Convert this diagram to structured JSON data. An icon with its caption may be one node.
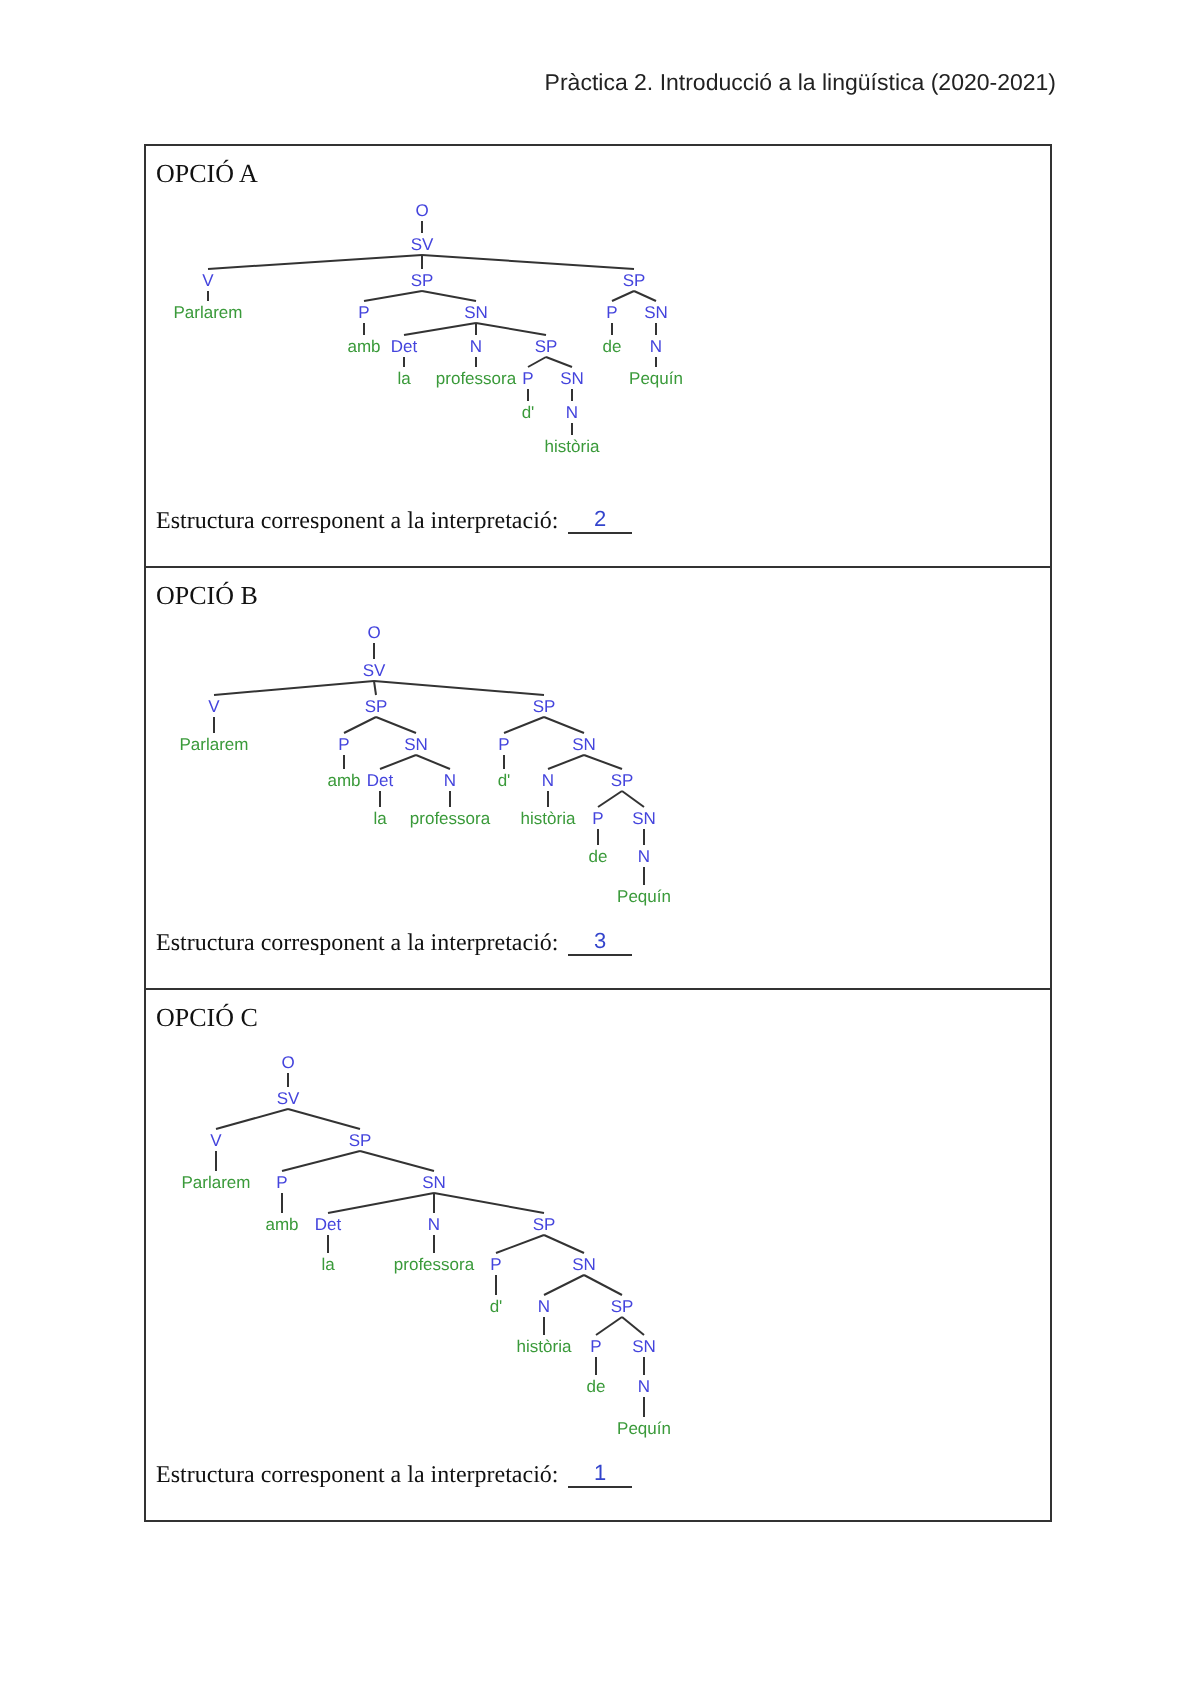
{
  "diagram": {
    "title": "Pràctica 2. Introducció a la lingüística (2020-2021)",
    "nodes": [
      {
        "text": [
          "OPCIÓ A",
          "Estructura corresponent a la interpretació:",
          "2"
        ]
      },
      {
        "text": [
          "O"
        ],
        "in": 0
      },
      {
        "text": [
          "SV"
        ],
        "in": 0
      },
      {
        "text": [
          "V"
        ],
        "in": 0
      },
      {
        "text": [
          "SP"
        ],
        "in": 0
      },
      {
        "text": [
          "SP"
        ],
        "in": 0
      },
      {
        "text": [
          "Parlarem"
        ],
        "in": 0
      },
      {
        "text": [
          "P"
        ],
        "in": 0
      },
      {
        "text": [
          "SN"
        ],
        "in": 0
      },
      {
        "text": [
          "P"
        ],
        "in": 0
      },
      {
        "text": [
          "SN"
        ],
        "in": 0
      },
      {
        "text": [
          "amb"
        ],
        "in": 0
      },
      {
        "text": [
          "Det"
        ],
        "in": 0
      },
      {
        "text": [
          "N"
        ],
        "in": 0
      },
      {
        "text": [
          "SP"
        ],
        "in": 0
      },
      {
        "text": [
          "de"
        ],
        "in": 0
      },
      {
        "text": [
          "N"
        ],
        "in": 0
      },
      {
        "text": [
          "la"
        ],
        "in": 0
      },
      {
        "text": [
          "professora"
        ],
        "in": 0
      },
      {
        "text": [
          "P"
        ],
        "in": 0
      },
      {
        "text": [
          "SN"
        ],
        "in": 0
      },
      {
        "text": [
          "Pequín"
        ],
        "in": 0
      },
      {
        "text": [
          "d'"
        ],
        "in": 0
      },
      {
        "text": [
          "N"
        ],
        "in": 0
      },
      {
        "text": [
          "història"
        ],
        "in": 0
      },
      {
        "text": [
          "OPCIÓ B",
          "Estructura corresponent a la interpretació:",
          "3"
        ]
      },
      {
        "text": [
          "O"
        ],
        "in": 25
      },
      {
        "text": [
          "SV"
        ],
        "in": 25
      },
      {
        "text": [
          "V"
        ],
        "in": 25
      },
      {
        "text": [
          "SP"
        ],
        "in": 25
      },
      {
        "text": [
          "SP"
        ],
        "in": 25
      },
      {
        "text": [
          "Parlarem"
        ],
        "in": 25
      },
      {
        "text": [
          "P"
        ],
        "in": 25
      },
      {
        "text": [
          "SN"
        ],
        "in": 25
      },
      {
        "text": [
          "P"
        ],
        "in": 25
      },
      {
        "text": [
          "SN"
        ],
        "in": 25
      },
      {
        "text": [
          "amb"
        ],
        "in": 25
      },
      {
        "text": [
          "Det"
        ],
        "in": 25
      },
      {
        "text": [
          "N"
        ],
        "in": 25
      },
      {
        "text": [
          "d'"
        ],
        "in": 25
      },
      {
        "text": [
          "N"
        ],
        "in": 25
      },
      {
        "text": [
          "SP"
        ],
        "in": 25
      },
      {
        "text": [
          "la"
        ],
        "in": 25
      },
      {
        "text": [
          "professora"
        ],
        "in": 25
      },
      {
        "text": [
          "història"
        ],
        "in": 25
      },
      {
        "text": [
          "P"
        ],
        "in": 25
      },
      {
        "text": [
          "SN"
        ],
        "in": 25
      },
      {
        "text": [
          "de"
        ],
        "in": 25
      },
      {
        "text": [
          "N"
        ],
        "in": 25
      },
      {
        "text": [
          "Pequín"
        ],
        "in": 25
      },
      {
        "text": [
          "OPCIÓ C",
          "Estructura corresponent a la interpretació:",
          "1"
        ]
      },
      {
        "text": [
          "O"
        ],
        "in": 50
      },
      {
        "text": [
          "SV"
        ],
        "in": 50
      },
      {
        "text": [
          "V"
        ],
        "in": 50
      },
      {
        "text": [
          "SP"
        ],
        "in": 50
      },
      {
        "text": [
          "Parlarem"
        ],
        "in": 50
      },
      {
        "text": [
          "P"
        ],
        "in": 50
      },
      {
        "text": [
          "SN"
        ],
        "in": 50
      },
      {
        "text": [
          "amb"
        ],
        "in": 50
      },
      {
        "text": [
          "Det"
        ],
        "in": 50
      },
      {
        "text": [
          "N"
        ],
        "in": 50
      },
      {
        "text": [
          "SP"
        ],
        "in": 50
      },
      {
        "text": [
          "la"
        ],
        "in": 50
      },
      {
        "text": [
          "professora"
        ],
        "in": 50
      },
      {
        "text": [
          "P"
        ],
        "in": 50
      },
      {
        "text": [
          "SN"
        ],
        "in": 50
      },
      {
        "text": [
          "d'"
        ],
        "in": 50
      },
      {
        "text": [
          "N"
        ],
        "in": 50
      },
      {
        "text": [
          "SP"
        ],
        "in": 50
      },
      {
        "text": [
          "història"
        ],
        "in": 50
      },
      {
        "text": [
          "P"
        ],
        "in": 50
      },
      {
        "text": [
          "SN"
        ],
        "in": 50
      },
      {
        "text": [
          "de"
        ],
        "in": 50
      },
      {
        "text": [
          "N"
        ],
        "in": 50
      },
      {
        "text": [
          "Pequín"
        ],
        "in": 50
      }
    ],
    "edges": [
      {
        "from": 1,
        "to": 2,
        "arrow": "none"
      },
      {
        "from": 2,
        "to": 3,
        "arrow": "none"
      },
      {
        "from": 2,
        "to": 4,
        "arrow": "none"
      },
      {
        "from": 2,
        "to": 5,
        "arrow": "none"
      },
      {
        "from": 3,
        "to": 6,
        "arrow": "none"
      },
      {
        "from": 4,
        "to": 7,
        "arrow": "none"
      },
      {
        "from": 4,
        "to": 8,
        "arrow": "none"
      },
      {
        "from": 5,
        "to": 9,
        "arrow": "none"
      },
      {
        "from": 5,
        "to": 10,
        "arrow": "none"
      },
      {
        "from": 7,
        "to": 11,
        "arrow": "none"
      },
      {
        "from": 8,
        "to": 12,
        "arrow": "none"
      },
      {
        "from": 8,
        "to": 13,
        "arrow": "none"
      },
      {
        "from": 8,
        "to": 14,
        "arrow": "none"
      },
      {
        "from": 9,
        "to": 15,
        "arrow": "none"
      },
      {
        "from": 10,
        "to": 16,
        "arrow": "none"
      },
      {
        "from": 12,
        "to": 17,
        "arrow": "none"
      },
      {
        "from": 13,
        "to": 18,
        "arrow": "none"
      },
      {
        "from": 14,
        "to": 19,
        "arrow": "none"
      },
      {
        "from": 14,
        "to": 20,
        "arrow": "none"
      },
      {
        "from": 16,
        "to": 21,
        "arrow": "none"
      },
      {
        "from": 19,
        "to": 22,
        "arrow": "none"
      },
      {
        "from": 20,
        "to": 23,
        "arrow": "none"
      },
      {
        "from": 23,
        "to": 24,
        "arrow": "none"
      },
      {
        "from": 26,
        "to": 27,
        "arrow": "none"
      },
      {
        "from": 27,
        "to": 28,
        "arrow": "none"
      },
      {
        "from": 27,
        "to": 29,
        "arrow": "none"
      },
      {
        "from": 27,
        "to": 30,
        "arrow": "none"
      },
      {
        "from": 28,
        "to": 31,
        "arrow": "none"
      },
      {
        "from": 29,
        "to": 32,
        "arrow": "none"
      },
      {
        "from": 29,
        "to": 33,
        "arrow": "none"
      },
      {
        "from": 30,
        "to": 34,
        "arrow": "none"
      },
      {
        "from": 30,
        "to": 35,
        "arrow": "none"
      },
      {
        "from": 32,
        "to": 36,
        "arrow": "none"
      },
      {
        "from": 33,
        "to": 37,
        "arrow": "none"
      },
      {
        "from": 33,
        "to": 38,
        "arrow": "none"
      },
      {
        "from": 34,
        "to": 39,
        "arrow": "none"
      },
      {
        "from": 35,
        "to": 40,
        "arrow": "none"
      },
      {
        "from": 35,
        "to": 41,
        "arrow": "none"
      },
      {
        "from": 37,
        "to": 42,
        "arrow": "none"
      },
      {
        "from": 38,
        "to": 43,
        "arrow": "none"
      },
      {
        "from": 40,
        "to": 44,
        "arrow": "none"
      },
      {
        "from": 41,
        "to": 45,
        "arrow": "none"
      },
      {
        "from": 41,
        "to": 46,
        "arrow": "none"
      },
      {
        "from": 45,
        "to": 47,
        "arrow": "none"
      },
      {
        "from": 46,
        "to": 48,
        "arrow": "none"
      },
      {
        "from": 48,
        "to": 49,
        "arrow": "none"
      },
      {
        "from": 51,
        "to": 52,
        "arrow": "none"
      },
      {
        "from": 52,
        "to": 53,
        "arrow": "none"
      },
      {
        "from": 52,
        "to": 54,
        "arrow": "none"
      },
      {
        "from": 53,
        "to": 55,
        "arrow": "none"
      },
      {
        "from": 54,
        "to": 56,
        "arrow": "none"
      },
      {
        "from": 54,
        "to": 57,
        "arrow": "none"
      },
      {
        "from": 56,
        "to": 58,
        "arrow": "none"
      },
      {
        "from": 57,
        "to": 59,
        "arrow": "none"
      },
      {
        "from": 57,
        "to": 60,
        "arrow": "none"
      },
      {
        "from": 57,
        "to": 61,
        "arrow": "none"
      },
      {
        "from": 59,
        "to": 62,
        "arrow": "none"
      },
      {
        "from": 60,
        "to": 63,
        "arrow": "none"
      },
      {
        "from": 61,
        "to": 64,
        "arrow": "none"
      },
      {
        "from": 61,
        "to": 65,
        "arrow": "none"
      },
      {
        "from": 64,
        "to": 66,
        "arrow": "none"
      },
      {
        "from": 65,
        "to": 67,
        "arrow": "none"
      },
      {
        "from": 65,
        "to": 68,
        "arrow": "none"
      },
      {
        "from": 67,
        "to": 69,
        "arrow": "none"
      },
      {
        "from": 68,
        "to": 70,
        "arrow": "none"
      },
      {
        "from": 68,
        "to": 71,
        "arrow": "none"
      },
      {
        "from": 70,
        "to": 72,
        "arrow": "none"
      },
      {
        "from": 71,
        "to": 73,
        "arrow": "none"
      },
      {
        "from": 73,
        "to": 74,
        "arrow": "none"
      }
    ]
  }
}
